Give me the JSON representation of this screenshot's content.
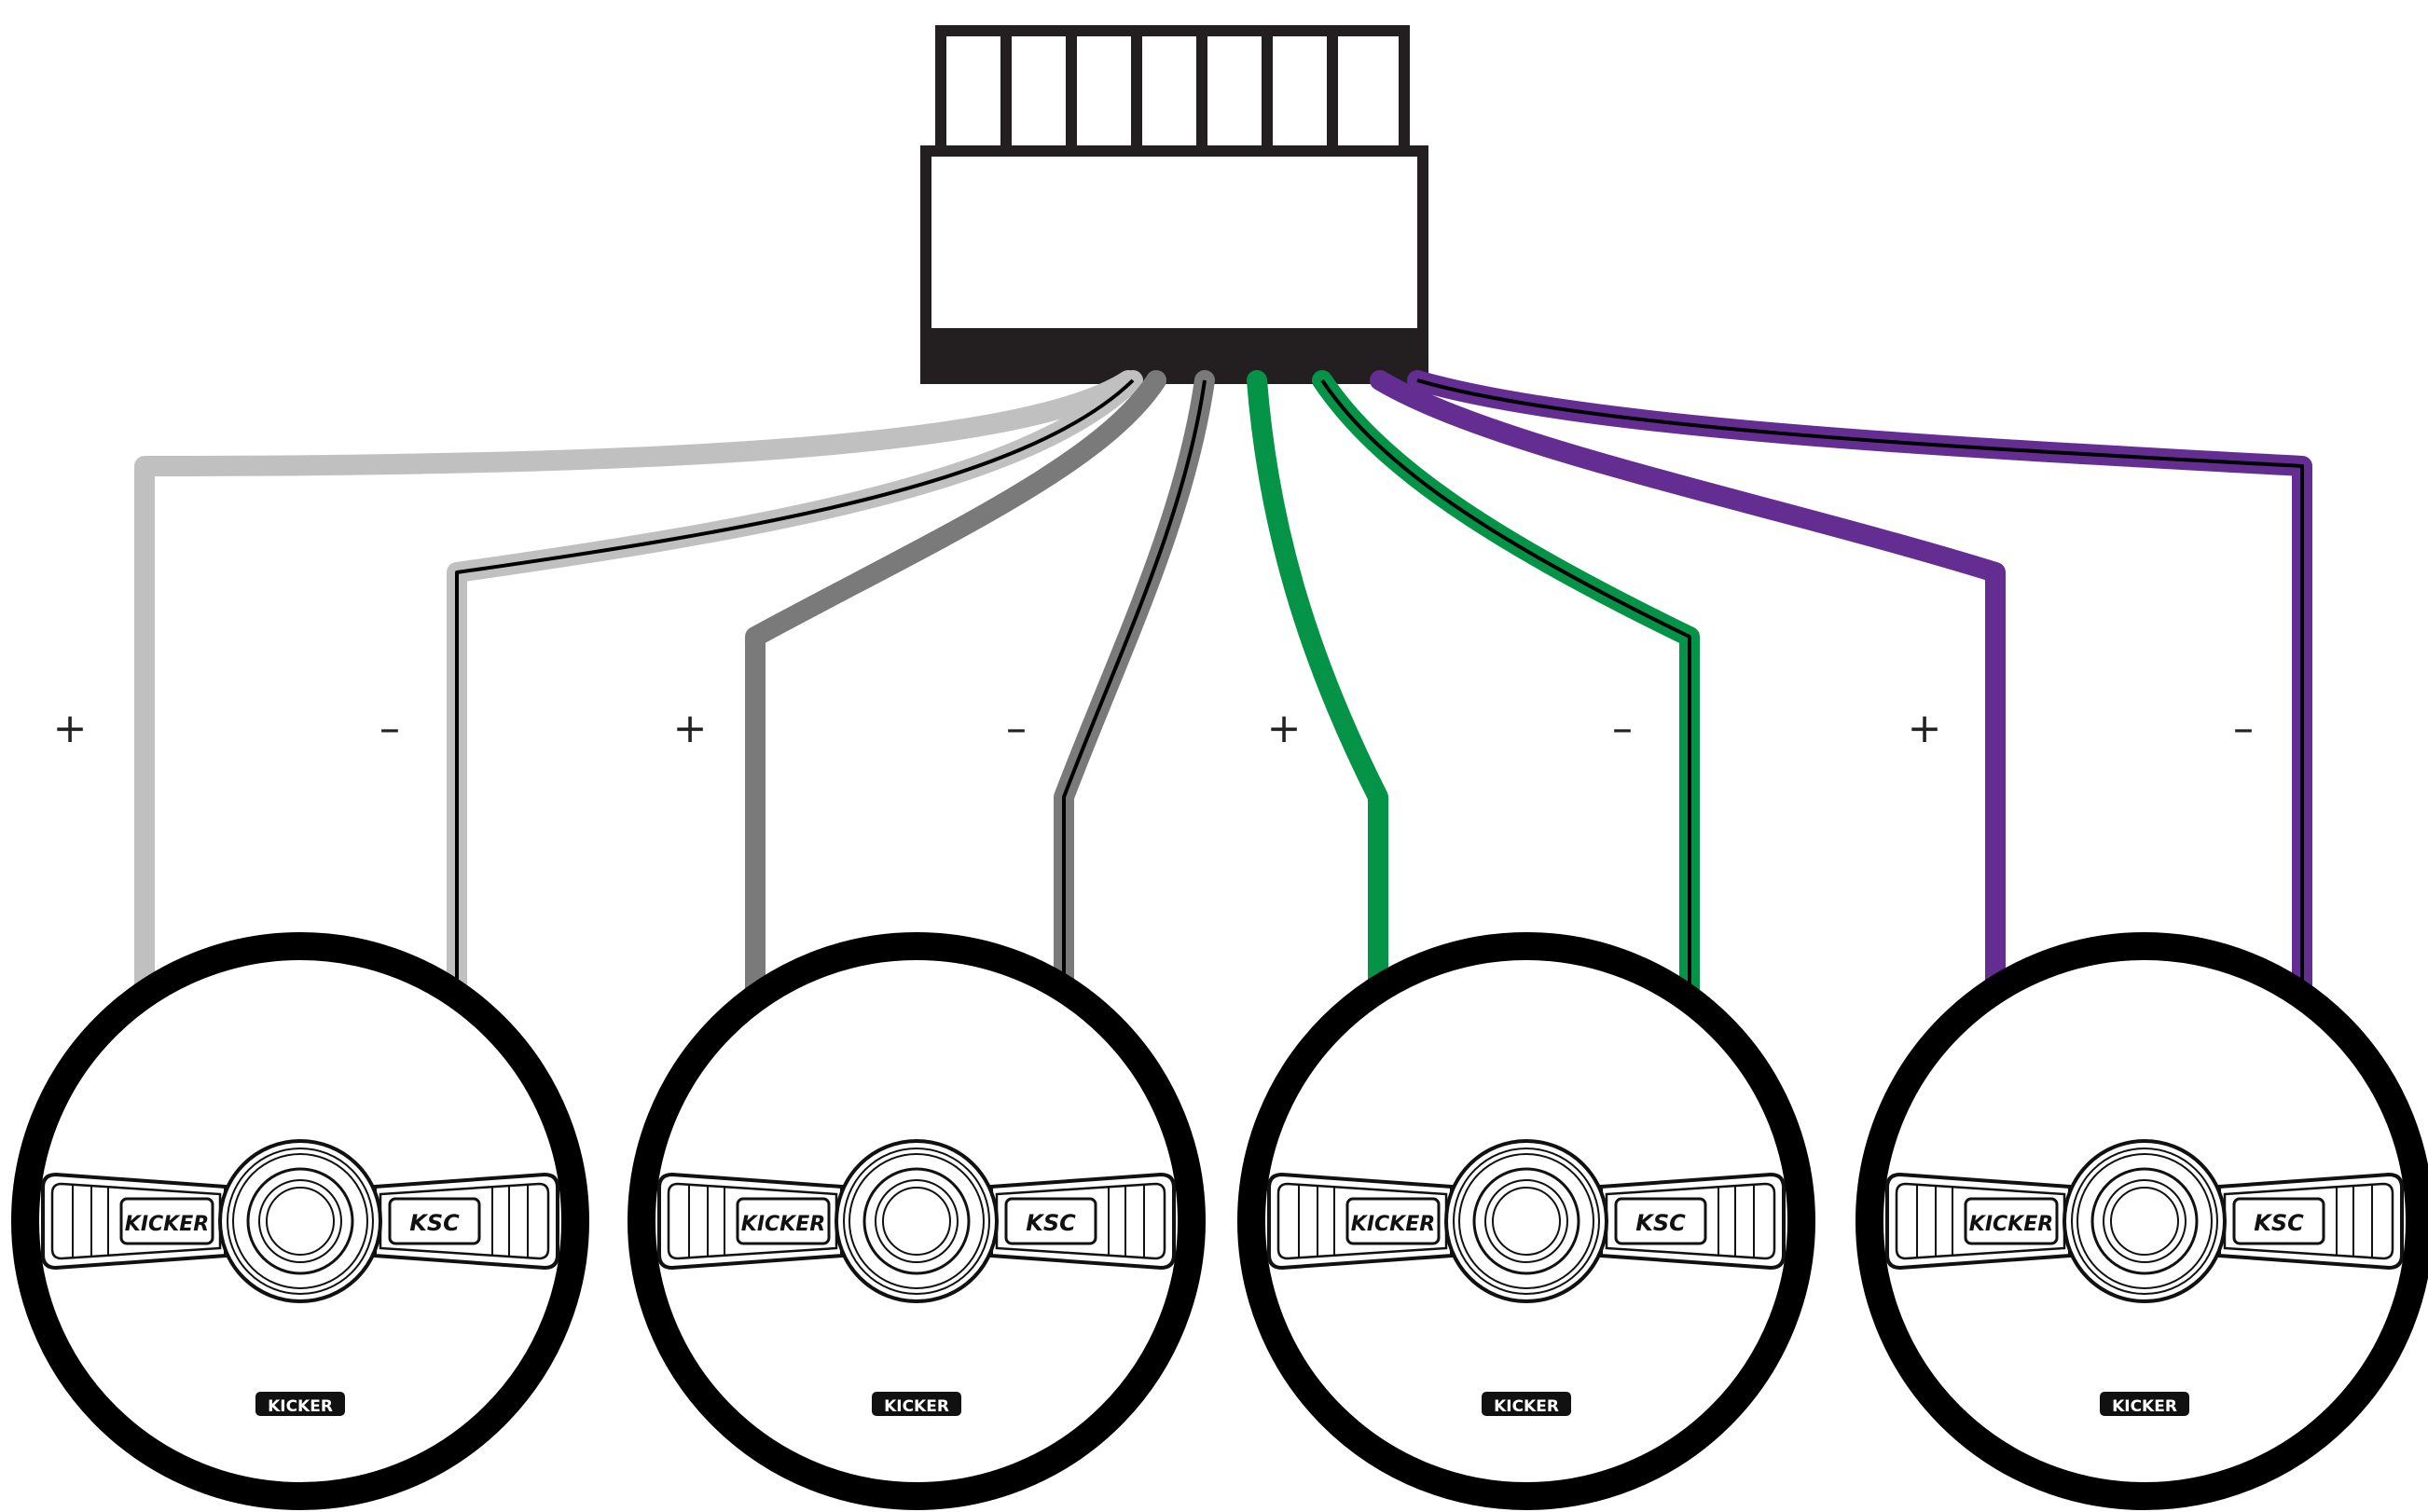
{
  "colors": {
    "background": "#ffffff",
    "outline": "#231f20",
    "wire_white": "#c0c0c0",
    "wire_gray": "#7a7a7a",
    "wire_green": "#049347",
    "wire_purple": "#632d91",
    "stripe": "#000000"
  },
  "speakers": [
    {
      "brand": "KICKER",
      "model": "KSC",
      "badge": "KICKER",
      "plus_label": "+",
      "minus_label": "–"
    },
    {
      "brand": "KICKER",
      "model": "KSC",
      "badge": "KICKER",
      "plus_label": "+",
      "minus_label": "–"
    },
    {
      "brand": "KICKER",
      "model": "KSC",
      "badge": "KICKER",
      "plus_label": "+",
      "minus_label": "–"
    },
    {
      "brand": "KICKER",
      "model": "KSC",
      "badge": "KICKER",
      "plus_label": "+",
      "minus_label": "–"
    }
  ],
  "wires": [
    {
      "color": "wire_white",
      "striped": false
    },
    {
      "color": "wire_white",
      "striped": true
    },
    {
      "color": "wire_gray",
      "striped": false
    },
    {
      "color": "wire_gray",
      "striped": true
    },
    {
      "color": "wire_green",
      "striped": false
    },
    {
      "color": "wire_green",
      "striped": true
    },
    {
      "color": "wire_purple",
      "striped": false
    },
    {
      "color": "wire_purple",
      "striped": true
    }
  ]
}
